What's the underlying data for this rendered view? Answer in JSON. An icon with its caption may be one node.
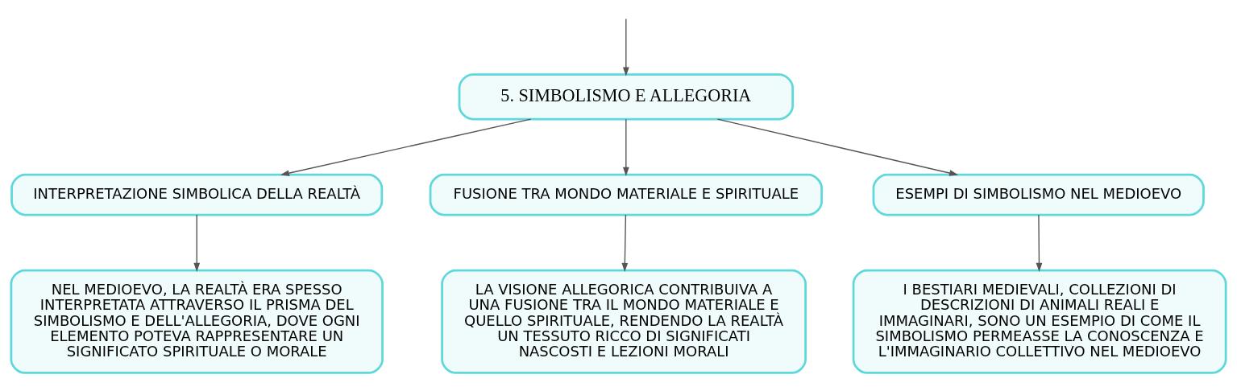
{
  "diagram": {
    "nodes": [
      {
        "text": [
          "5. SIMBOLISMO E ALLEGORIA"
        ]
      },
      {
        "text": [
          "INTERPRETAZIONE SIMBOLICA DELLA REALTÀ"
        ]
      },
      {
        "text": [
          "FUSIONE TRA MONDO MATERIALE E SPIRITUALE"
        ]
      },
      {
        "text": [
          "ESEMPI DI SIMBOLISMO NEL MEDIOEVO"
        ]
      },
      {
        "text": [
          "NEL MEDIOEVO, LA REALTÀ ERA SPESSO INTERPRETATA ATTRAVERSO IL PRISMA DEL SIMBOLISMO E DELL'ALLEGORIA, DOVE OGNI ELEMENTO POTEVA RAPPRESENTARE UN SIGNIFICATO SPIRITUALE O MORALE"
        ]
      },
      {
        "text": [
          "LA VISIONE ALLEGORICA CONTRIBUIVA A UNA FUSIONE TRA IL MONDO MATERIALE E QUELLO SPIRITUALE, RENDENDO LA REALTÀ UN TESSUTO RICCO DI SIGNIFICATI NASCOSTI E LEZIONI MORALI"
        ]
      },
      {
        "text": [
          "I BESTIARI MEDIEVALI, COLLEZIONI DI DESCRIZIONI DI ANIMALI REALI E IMMAGINARI, SONO UN ESEMPIO DI COME IL SIMBOLISMO PERMEASSE LA CONOSCENZA E L'IMMAGINARIO COLLETTIVO NEL MEDIOEVO"
        ]
      }
    ],
    "edges": [
      {
        "from": null,
        "to": 0,
        "arrow": "to"
      },
      {
        "from": 0,
        "to": 1,
        "arrow": "to"
      },
      {
        "from": 0,
        "to": 2,
        "arrow": "to"
      },
      {
        "from": 0,
        "to": 3,
        "arrow": "to"
      },
      {
        "from": 1,
        "to": 4,
        "arrow": "to"
      },
      {
        "from": 2,
        "to": 5,
        "arrow": "to"
      },
      {
        "from": 3,
        "to": 6,
        "arrow": "to"
      }
    ]
  }
}
